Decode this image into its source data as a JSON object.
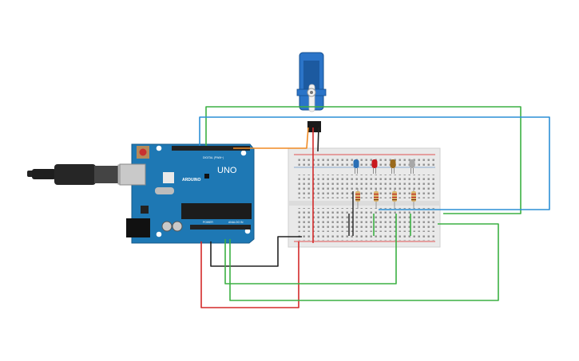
{
  "arduino": {
    "brand": "ARDUINO",
    "model": "UNO",
    "digital_label": "DIGITAL (PWM~)",
    "power_label": "POWER",
    "analog_label": "ANALOG IN"
  },
  "components": {
    "servo": "servo",
    "leds": [
      {
        "color": "#2a6fb5"
      },
      {
        "color": "#c8181e"
      },
      {
        "color": "#9a6a1c"
      },
      {
        "color": "#a8a8a8"
      }
    ],
    "resistor_count": 4
  },
  "wire_colors": {
    "green": "#3cb043",
    "blue": "#2c8fd6",
    "red": "#d42a2a",
    "black": "#222222",
    "orange": "#f08a24"
  }
}
